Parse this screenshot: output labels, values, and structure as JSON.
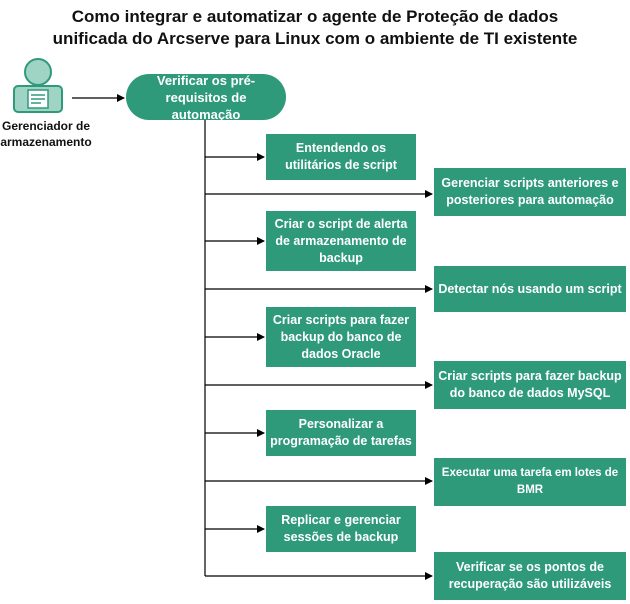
{
  "title": {
    "line1": "Como integrar e automatizar o agente de Proteção de dados",
    "line2": "unificada do Arcserve para Linux com o ambiente de TI existente"
  },
  "actor": {
    "label_line1": "Gerenciador de",
    "label_line2": "armazenamento",
    "icon": "storage-manager-icon"
  },
  "start_step": "Verificar os pré-requisitos de automação",
  "colors": {
    "box": "#2e9a7a",
    "icon_fill": "#9fd3c3",
    "icon_stroke": "#2e9a7a"
  },
  "steps_left": [
    "Entendendo os utilitários de script",
    "Criar o script de alerta de armazenamento de backup",
    "Criar scripts para fazer backup do banco de dados Oracle",
    "Personalizar a programação de tarefas",
    "Replicar e gerenciar sessões de backup"
  ],
  "steps_right": [
    "Gerenciar scripts anteriores e posteriores para automação",
    "Detectar nós usando um script",
    "Criar scripts para fazer backup do banco de dados MySQL",
    "Executar uma tarefa em lotes de BMR",
    "Verificar se os pontos de recuperação são utilizáveis"
  ]
}
